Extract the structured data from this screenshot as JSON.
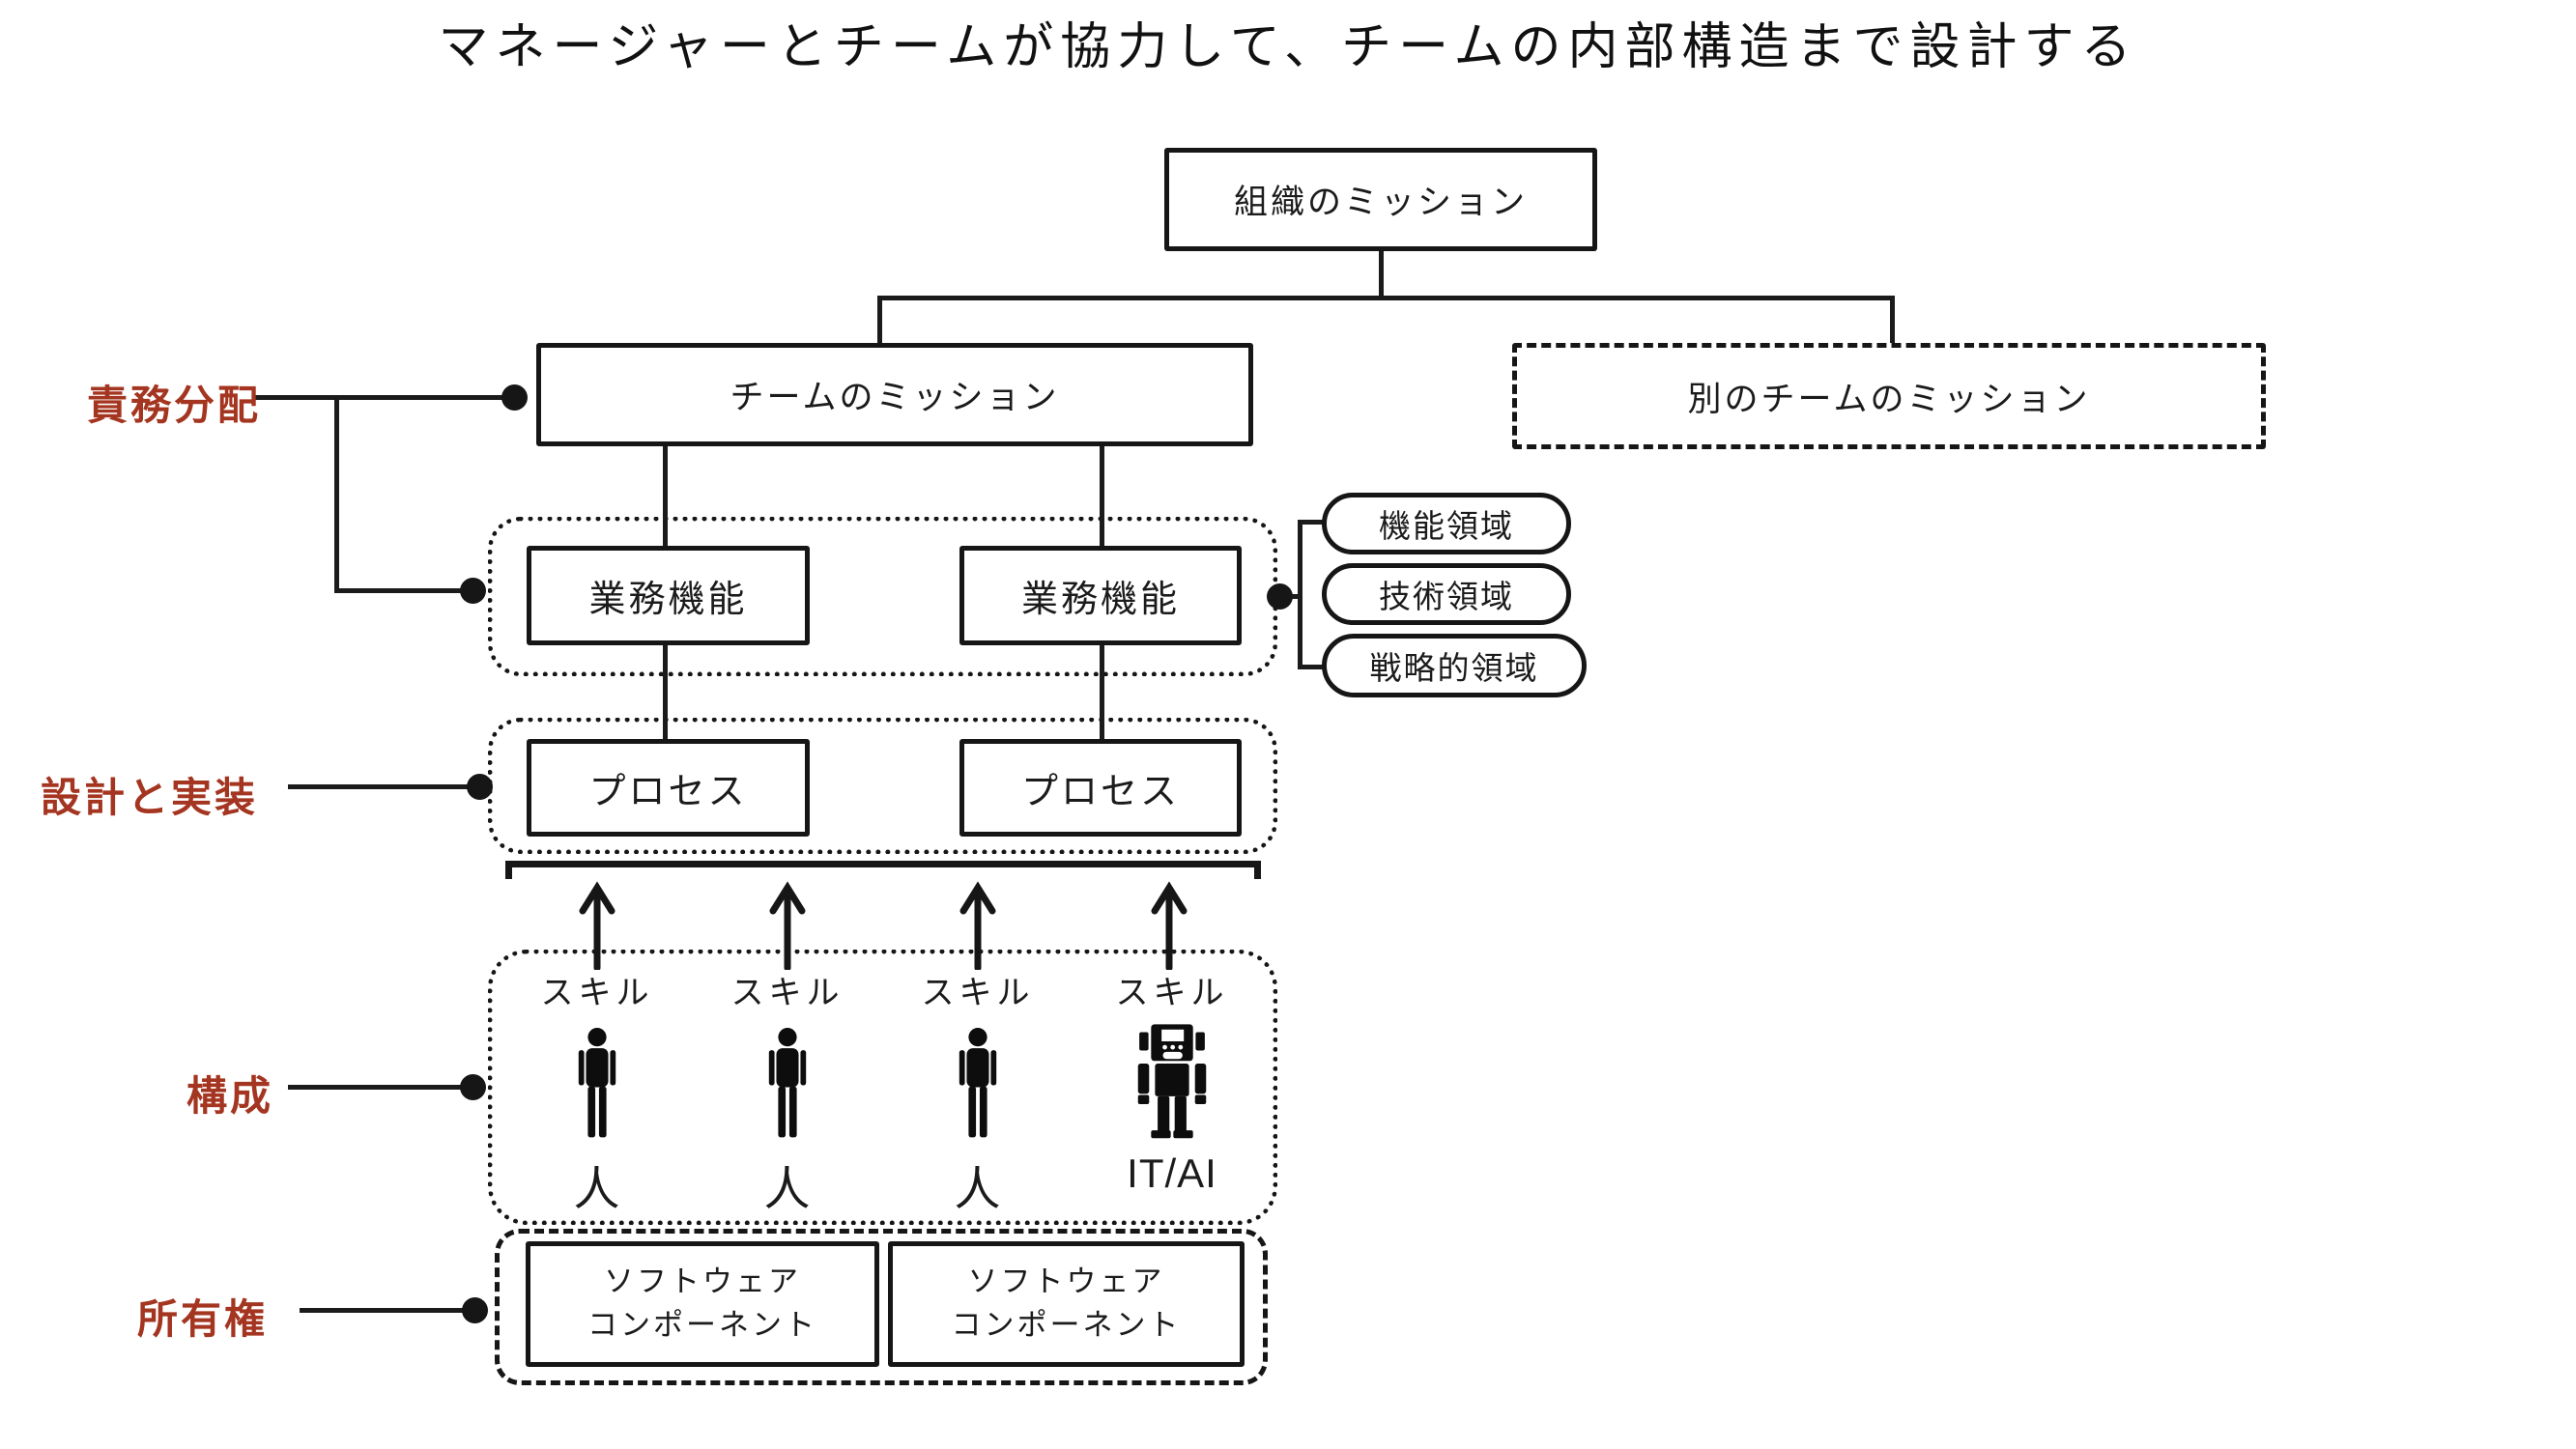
{
  "title": "マネージャーとチームが協力して、チームの内部構造まで設計する",
  "colors": {
    "accent_red": "#a43520",
    "ink": "#161616",
    "background": "#ffffff"
  },
  "side_labels": {
    "responsibility": "責務分配",
    "design_impl": "設計と実装",
    "composition": "構成",
    "ownership": "所有権"
  },
  "nodes": {
    "org_mission": "組織のミッション",
    "team_mission": "チームのミッション",
    "other_team_mission": "別のチームのミッション",
    "business_function_1": "業務機能",
    "business_function_2": "業務機能",
    "process_1": "プロセス",
    "process_2": "プロセス"
  },
  "domains": [
    "機能領域",
    "技術領域",
    "戦略的領域"
  ],
  "members": [
    {
      "skill": "スキル",
      "type": "person",
      "label": "人"
    },
    {
      "skill": "スキル",
      "type": "person",
      "label": "人"
    },
    {
      "skill": "スキル",
      "type": "person",
      "label": "人"
    },
    {
      "skill": "スキル",
      "type": "robot",
      "label": "IT/AI"
    }
  ],
  "software_component": {
    "line1": "ソフトウェア",
    "line2": "コンポーネント"
  }
}
